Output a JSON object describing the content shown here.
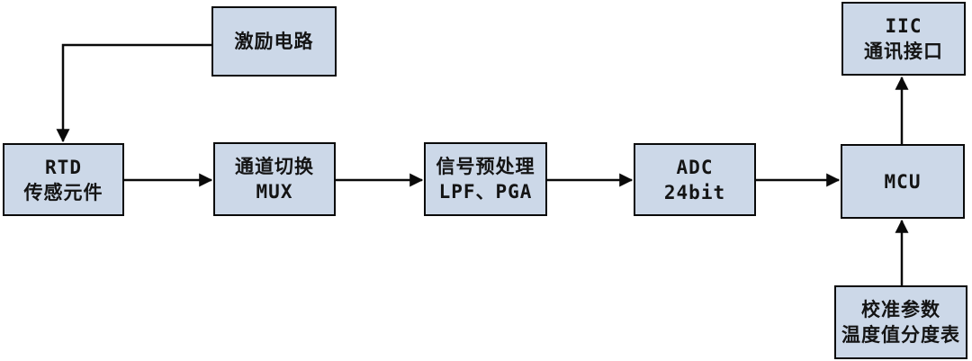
{
  "diagram": {
    "blocks": {
      "excitation": {
        "lines": [
          "激励电路"
        ]
      },
      "rtd": {
        "lines": [
          "RTD",
          "传感元件"
        ]
      },
      "mux": {
        "lines": [
          "通道切换",
          "MUX"
        ]
      },
      "preproc": {
        "lines": [
          "信号预处理",
          "LPF、PGA"
        ]
      },
      "adc": {
        "lines": [
          "ADC",
          "24bit"
        ]
      },
      "mcu": {
        "lines": [
          "MCU"
        ]
      },
      "iic": {
        "lines": [
          "IIC",
          "通讯接口"
        ]
      },
      "calib": {
        "lines": [
          "校准参数",
          "温度值分度表"
        ]
      }
    },
    "colors": {
      "block_fill": "#ccd8e8",
      "block_border": "#0a0a0a",
      "connector": "#0a0a0a",
      "background": "#ffffff"
    }
  }
}
